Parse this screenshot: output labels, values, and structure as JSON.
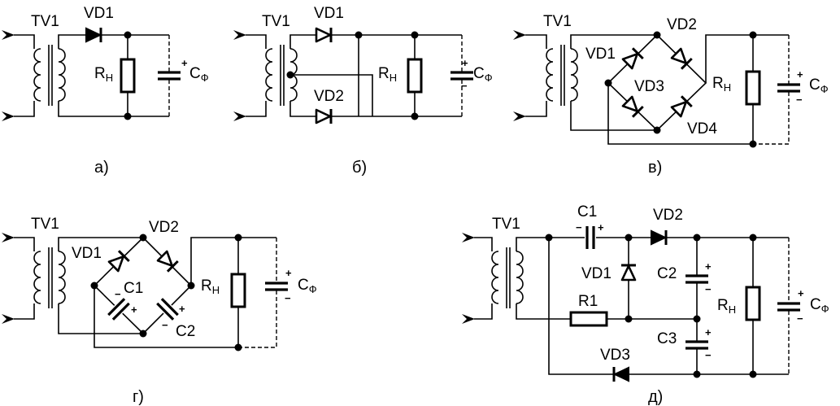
{
  "circuits": [
    {
      "caption": "а)",
      "labels": {
        "tv1": "TV1",
        "vd1": "VD1",
        "rh": "R",
        "rh_sub": "Н",
        "cf": "C",
        "cf_sub": "Ф",
        "plus": "+"
      }
    },
    {
      "caption": "б)",
      "labels": {
        "tv1": "TV1",
        "vd1": "VD1",
        "vd2": "VD2",
        "rh": "R",
        "rh_sub": "Н",
        "cf": "C",
        "cf_sub": "Ф",
        "plus": "+",
        "minus": "−"
      }
    },
    {
      "caption": "в)",
      "labels": {
        "tv1": "TV1",
        "vd1": "VD1",
        "vd2": "VD2",
        "vd3": "VD3",
        "vd4": "VD4",
        "rh": "R",
        "rh_sub": "Н",
        "cf": "C",
        "cf_sub": "Ф",
        "plus": "+",
        "minus": "−"
      }
    },
    {
      "caption": "г)",
      "labels": {
        "tv1": "TV1",
        "vd1": "VD1",
        "vd2": "VD2",
        "c1": "C1",
        "c2": "C2",
        "rh": "R",
        "rh_sub": "Н",
        "cf": "C",
        "cf_sub": "Ф",
        "plus": "+",
        "minus": "−"
      }
    },
    {
      "caption": "д)",
      "labels": {
        "tv1": "TV1",
        "c1": "C1",
        "vd1": "VD1",
        "vd2": "VD2",
        "vd3": "VD3",
        "r1": "R1",
        "c2": "C2",
        "c3": "C3",
        "rh": "R",
        "rh_sub": "Н",
        "cf": "C",
        "cf_sub": "Ф",
        "plus": "+",
        "minus": "−"
      }
    }
  ]
}
